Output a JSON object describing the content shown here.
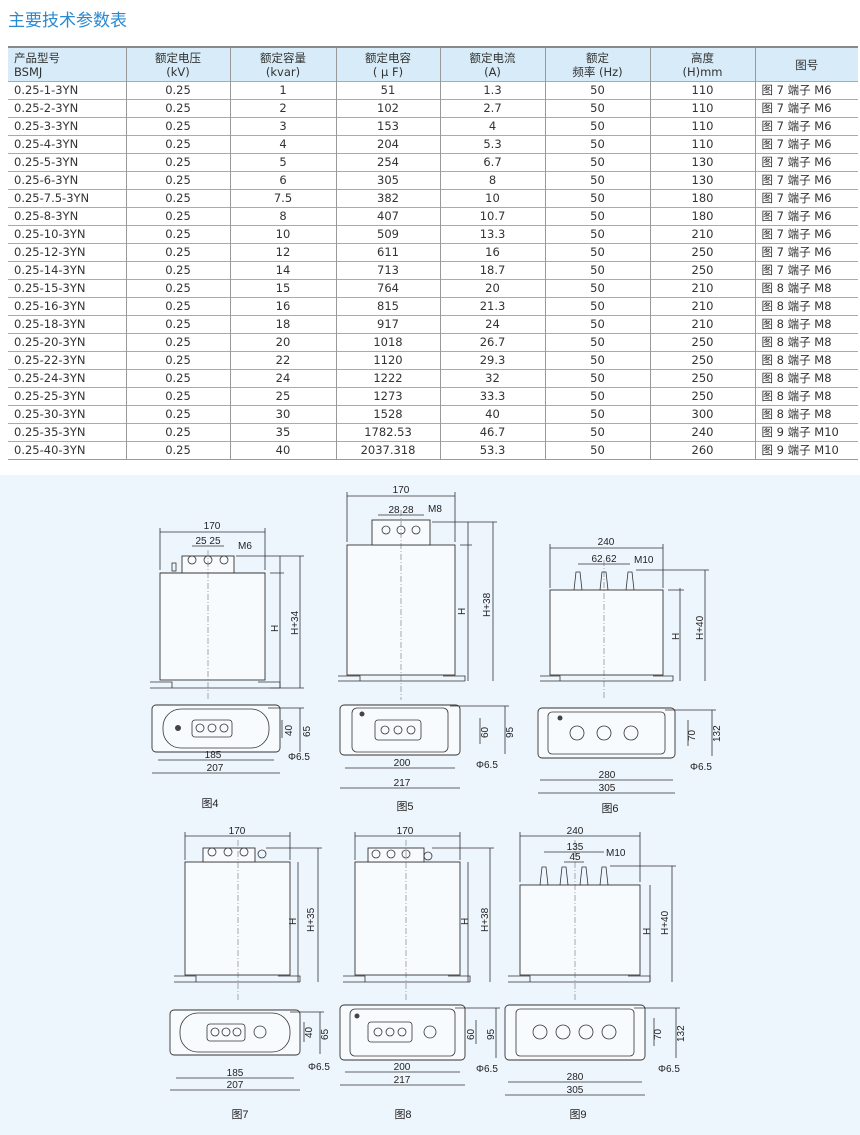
{
  "title": "主要技术参数表",
  "table": {
    "headers": [
      [
        "产品型号",
        "BSMJ"
      ],
      [
        "额定电压",
        "(kV)"
      ],
      [
        "额定容量",
        "(kvar)"
      ],
      [
        "额定电容",
        "( μ F)"
      ],
      [
        "额定电流",
        "(A)"
      ],
      [
        "额定",
        "频率 (Hz)"
      ],
      [
        "高度",
        "(H)mm"
      ],
      [
        "图号",
        ""
      ]
    ],
    "rows": [
      [
        "0.25-1-3YN",
        "0.25",
        "1",
        "51",
        "1.3",
        "50",
        "110",
        "图 7 端子 M6"
      ],
      [
        "0.25-2-3YN",
        "0.25",
        "2",
        "102",
        "2.7",
        "50",
        "110",
        "图 7 端子 M6"
      ],
      [
        "0.25-3-3YN",
        "0.25",
        "3",
        "153",
        "4",
        "50",
        "110",
        "图 7 端子 M6"
      ],
      [
        "0.25-4-3YN",
        "0.25",
        "4",
        "204",
        "5.3",
        "50",
        "110",
        "图 7 端子 M6"
      ],
      [
        "0.25-5-3YN",
        "0.25",
        "5",
        "254",
        "6.7",
        "50",
        "130",
        "图 7 端子 M6"
      ],
      [
        "0.25-6-3YN",
        "0.25",
        "6",
        "305",
        "8",
        "50",
        "130",
        "图 7 端子 M6"
      ],
      [
        "0.25-7.5-3YN",
        "0.25",
        "7.5",
        "382",
        "10",
        "50",
        "180",
        "图 7 端子 M6"
      ],
      [
        "0.25-8-3YN",
        "0.25",
        "8",
        "407",
        "10.7",
        "50",
        "180",
        "图 7 端子 M6"
      ],
      [
        "0.25-10-3YN",
        "0.25",
        "10",
        "509",
        "13.3",
        "50",
        "210",
        "图 7 端子 M6"
      ],
      [
        "0.25-12-3YN",
        "0.25",
        "12",
        "611",
        "16",
        "50",
        "250",
        "图 7 端子 M6"
      ],
      [
        "0.25-14-3YN",
        "0.25",
        "14",
        "713",
        "18.7",
        "50",
        "250",
        "图 7 端子 M6"
      ],
      [
        "0.25-15-3YN",
        "0.25",
        "15",
        "764",
        "20",
        "50",
        "210",
        "图 8 端子 M8"
      ],
      [
        "0.25-16-3YN",
        "0.25",
        "16",
        "815",
        "21.3",
        "50",
        "210",
        "图 8 端子 M8"
      ],
      [
        "0.25-18-3YN",
        "0.25",
        "18",
        "917",
        "24",
        "50",
        "210",
        "图 8 端子 M8"
      ],
      [
        "0.25-20-3YN",
        "0.25",
        "20",
        "1018",
        "26.7",
        "50",
        "250",
        "图 8 端子 M8"
      ],
      [
        "0.25-22-3YN",
        "0.25",
        "22",
        "1120",
        "29.3",
        "50",
        "250",
        "图 8 端子 M8"
      ],
      [
        "0.25-24-3YN",
        "0.25",
        "24",
        "1222",
        "32",
        "50",
        "250",
        "图 8 端子 M8"
      ],
      [
        "0.25-25-3YN",
        "0.25",
        "25",
        "1273",
        "33.3",
        "50",
        "250",
        "图 8 端子 M8"
      ],
      [
        "0.25-30-3YN",
        "0.25",
        "30",
        "1528",
        "40",
        "50",
        "300",
        "图 8 端子 M8"
      ],
      [
        "0.25-35-3YN",
        "0.25",
        "35",
        "1782.53",
        "46.7",
        "50",
        "240",
        "图 9 端子 M10"
      ],
      [
        "0.25-40-3YN",
        "0.25",
        "40",
        "2037.318",
        "53.3",
        "50",
        "260",
        "图 9 端子 M10"
      ]
    ]
  },
  "drawings": {
    "fig4": {
      "caption": "图4",
      "width": "170",
      "pitch": "25 25",
      "thread": "M6",
      "h": "H",
      "htot": "H+34",
      "w1": "185",
      "w2": "207",
      "d1": "40",
      "d2": "65",
      "hole": "Φ6.5"
    },
    "fig5": {
      "caption": "图5",
      "width": "170",
      "pitch": "28 28",
      "thread": "M8",
      "h": "H",
      "htot": "H+38",
      "w1": "200",
      "w2": "217",
      "d1": "60",
      "d2": "95",
      "hole": "Φ6.5"
    },
    "fig6": {
      "caption": "图6",
      "width": "240",
      "pitch": "62 62",
      "thread": "M10",
      "h": "H",
      "htot": "H+40",
      "w1": "280",
      "w2": "305",
      "d1": "70",
      "d2": "132",
      "hole": "Φ6.5"
    },
    "fig7": {
      "caption": "图7",
      "width": "170",
      "h": "H",
      "htot": "H+35",
      "w1": "185",
      "w2": "207",
      "d1": "40",
      "d2": "65",
      "hole": "Φ6.5"
    },
    "fig8": {
      "caption": "图8",
      "width": "170",
      "h": "H",
      "htot": "H+38",
      "w1": "200",
      "w2": "217",
      "d1": "60",
      "d2": "95",
      "hole": "Φ6.5"
    },
    "fig9": {
      "caption": "图9",
      "width": "240",
      "pitch1": "135",
      "pitch2": "45",
      "thread": "M10",
      "h": "H",
      "htot": "H+40",
      "w1": "280",
      "w2": "305",
      "d1": "70",
      "d2": "132",
      "hole": "Φ6.5"
    }
  }
}
